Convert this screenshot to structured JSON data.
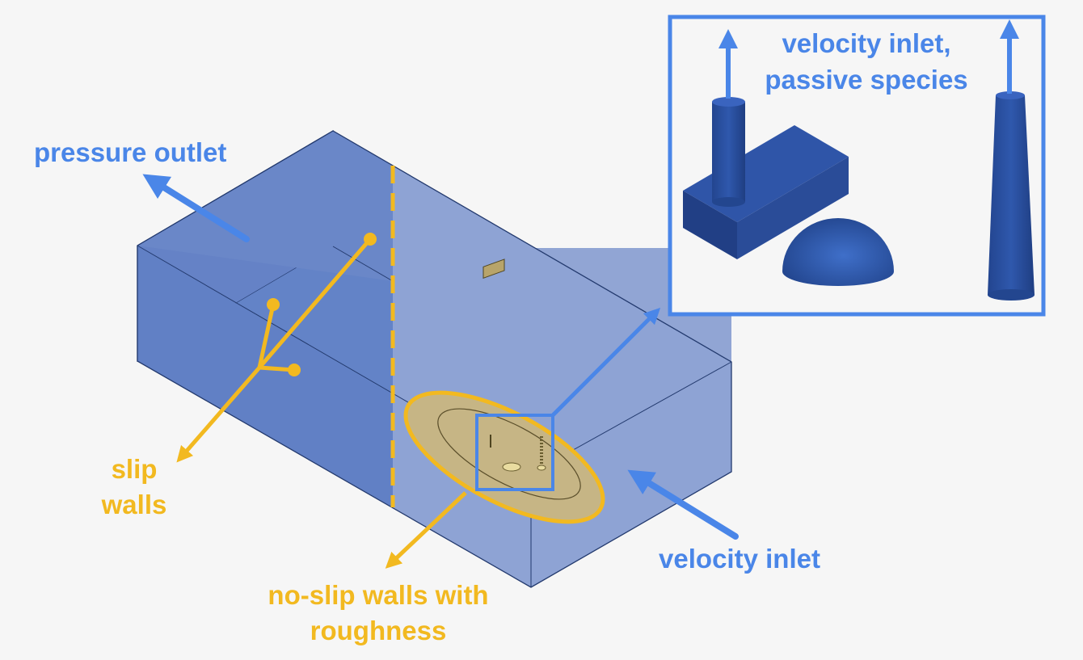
{
  "labels": {
    "pressure_outlet": "pressure outlet",
    "slip_walls_line1": "slip",
    "slip_walls_line2": "walls",
    "no_slip_line1": "no-slip walls with",
    "no_slip_line2": "roughness",
    "velocity_inlet": "velocity inlet",
    "inset_line1": "velocity inlet,",
    "inset_line2": "passive species"
  },
  "colors": {
    "accent_blue": "#4a86e8",
    "accent_yellow": "#f2b920",
    "domain_dark": "#6180c5",
    "domain_light": "#8fa4d4",
    "object_blue": "#2a4d9c",
    "background": "#f6f6f6"
  }
}
